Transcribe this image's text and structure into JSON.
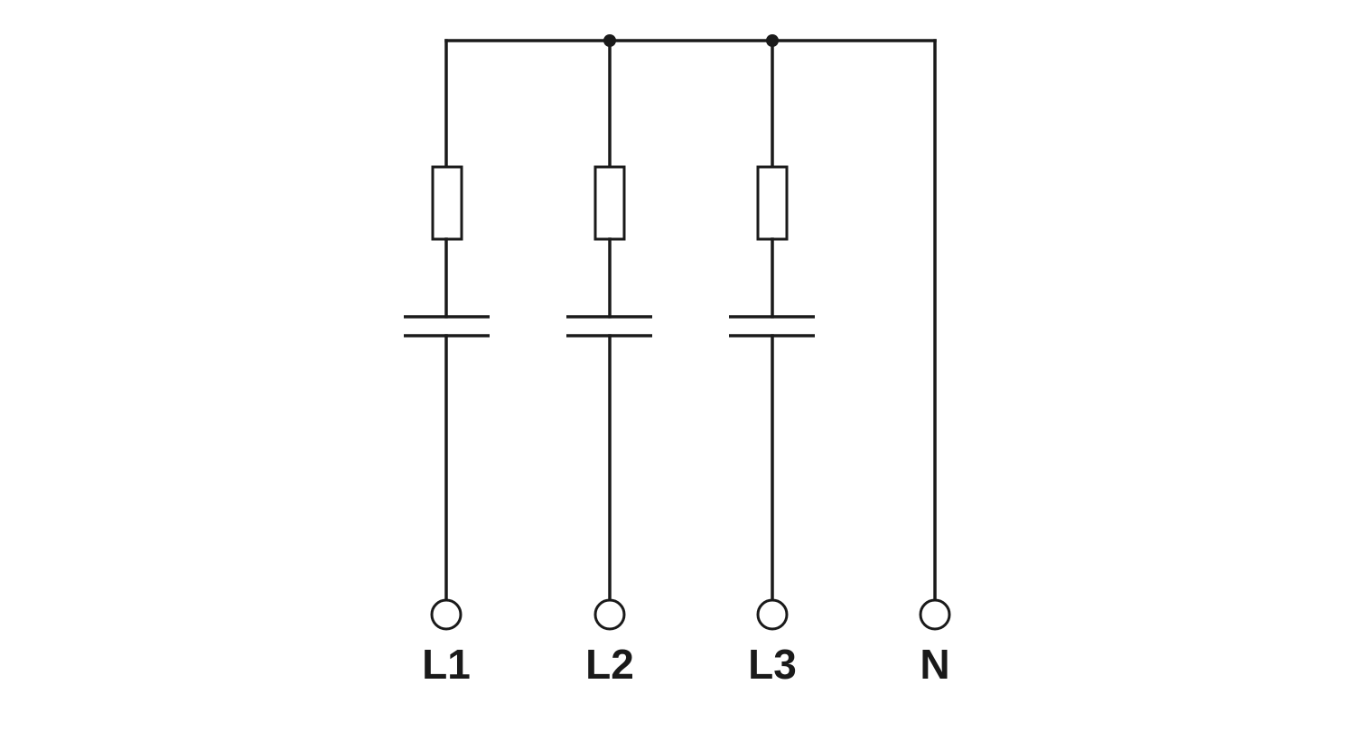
{
  "diagram": {
    "terminals": [
      {
        "id": "L1",
        "label": "L1",
        "branch": "rc-filter"
      },
      {
        "id": "L2",
        "label": "L2",
        "branch": "rc-filter"
      },
      {
        "id": "L3",
        "label": "L3",
        "branch": "rc-filter"
      },
      {
        "id": "N",
        "label": "N",
        "branch": "direct"
      }
    ],
    "line_color": "#1a1a1a",
    "background": "#ffffff"
  }
}
